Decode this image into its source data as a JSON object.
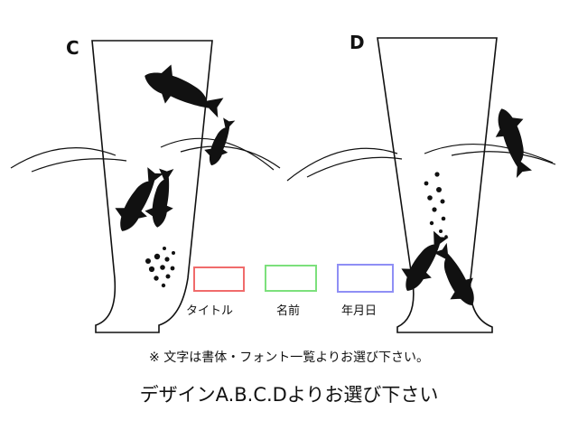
{
  "variants": [
    {
      "id": "c",
      "letter": "C"
    },
    {
      "id": "d",
      "letter": "D"
    }
  ],
  "legend": [
    {
      "id": "title",
      "label": "タイトル",
      "color": "#f06b6b"
    },
    {
      "id": "name",
      "label": "名前",
      "color": "#7ce07c"
    },
    {
      "id": "date",
      "label": "年月日",
      "color": "#8f8ff5"
    }
  ],
  "note": "※ 文字は書体・フォント一覧よりお選び下さい。",
  "headline": "デザインA.B.C.Dよりお選び下さい",
  "colors": {
    "ink": "#111111",
    "background": "#ffffff"
  },
  "icons": [
    "dolphin-icon",
    "bubbles-icon",
    "wave-icon"
  ]
}
